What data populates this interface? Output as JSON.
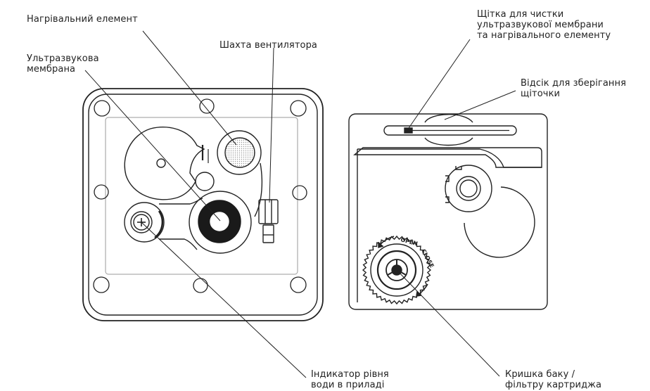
{
  "labels": {
    "heating_element": "Нагрівальний елемент",
    "ultrasonic_membrane": [
      "Ультразвукова",
      "мембрана"
    ],
    "fan_shaft": "Шахта вентилятора",
    "cleaning_brush": [
      "Щітка для чистки",
      "ультразвукової мембрани",
      "та нагрівального елементу"
    ],
    "brush_storage": [
      "Відсік для зберігання",
      "щіточки"
    ],
    "water_level_indicator": [
      "Індикатор рівня",
      "води в приладі"
    ],
    "tank_cap": [
      "Кришка баку /",
      "фільтру картриджа"
    ]
  },
  "cap_text": {
    "open": "OPEN",
    "close": "CLOSE"
  },
  "colors": {
    "line": "#222222",
    "background": "#ffffff",
    "mesh": "#b0b0b0",
    "membrane": "#1a1a1a"
  }
}
